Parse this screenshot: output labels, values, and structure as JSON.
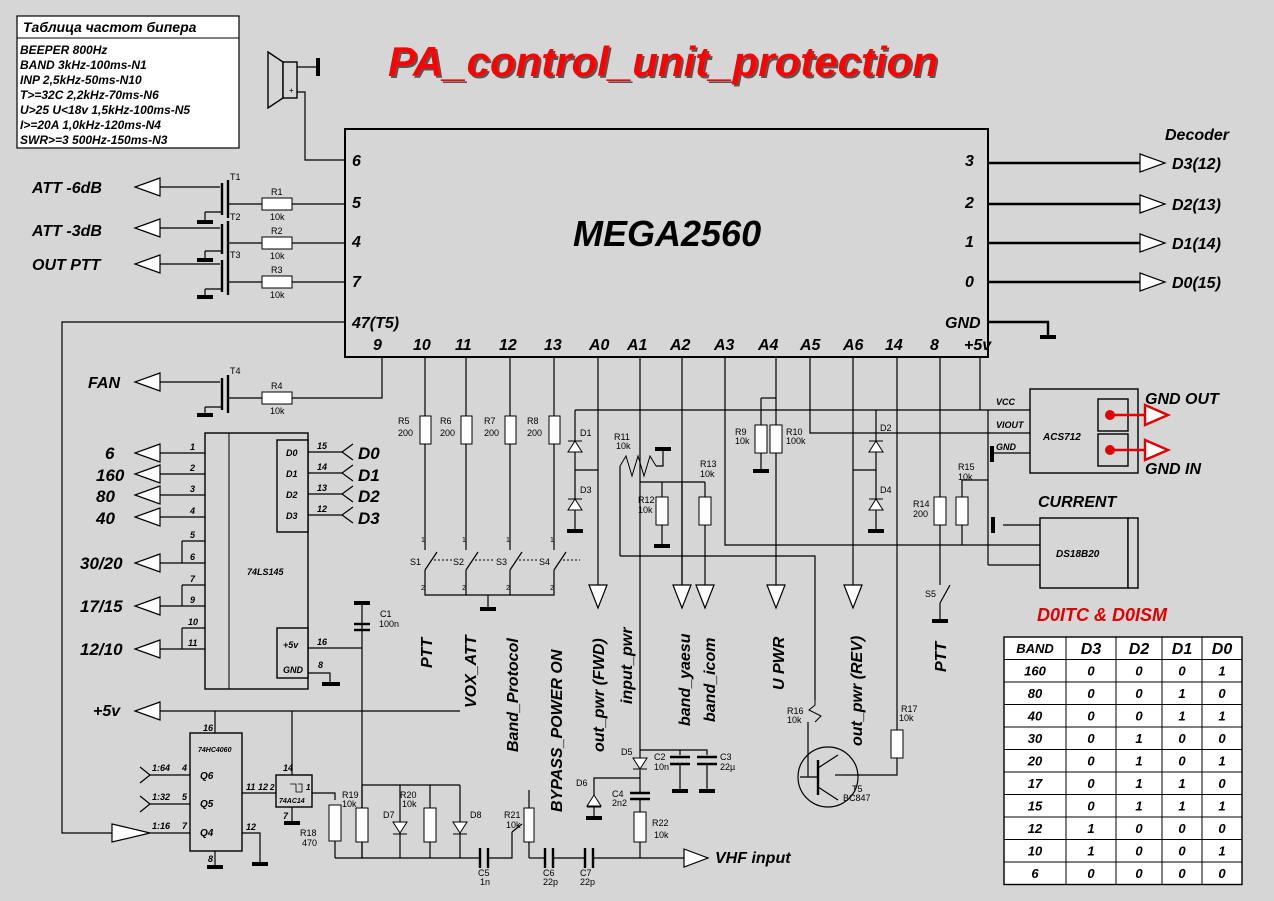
{
  "title": "PA_control_unit_protection",
  "beeper_table": {
    "heading": "Таблица частот бипера",
    "rows": [
      "BEEPER 800Hz",
      "BAND 3kHz-100ms-N1",
      "INP 2,5kHz-50ms-N10",
      "T>=32C 2,2kHz-70ms-N6",
      "U>25 U<18v 1,5kHz-100ms-N5",
      "I>=20A 1,0kHz-120ms-N4",
      "SWR>=3 500Hz-150ms-N3"
    ]
  },
  "mcu": {
    "name": "MEGA2560",
    "left_pins": [
      "6",
      "5",
      "4",
      "7",
      "47(T5)"
    ],
    "bottom_pins": [
      "9",
      "10",
      "11",
      "12",
      "13",
      "A0",
      "A1",
      "A2",
      "A3",
      "A4",
      "A5",
      "A6",
      "14",
      "8",
      "+5v"
    ],
    "right_pins": [
      "3",
      "2",
      "1",
      "0",
      "GND"
    ]
  },
  "decoder": {
    "label": "Decoder",
    "outputs": [
      "D3(12)",
      "D2(13)",
      "D1(14)",
      "D0(15)"
    ]
  },
  "left_outputs": {
    "att6": "ATT -6dB",
    "att3": "ATT -3dB",
    "outptt": "OUT PTT",
    "fan": "FAN"
  },
  "transistors": [
    "T1",
    "T2",
    "T3",
    "T4"
  ],
  "base_resistors": [
    {
      "name": "R1",
      "value": "10k"
    },
    {
      "name": "R2",
      "value": "10k"
    },
    {
      "name": "R3",
      "value": "10k"
    },
    {
      "name": "R4",
      "value": "10k"
    }
  ],
  "ls145": {
    "name": "74LS145",
    "outputs": [
      "6",
      "160",
      "80",
      "40",
      "30/20",
      "17/15",
      "12/10"
    ],
    "pin_numbers": [
      "1",
      "2",
      "3",
      "4",
      "5",
      "6",
      "7",
      "9",
      "10",
      "11"
    ],
    "input_pins": [
      "D0",
      "D1",
      "D2",
      "D3"
    ],
    "input_pin_numbers": [
      "15",
      "14",
      "13",
      "12"
    ],
    "input_labels": [
      "D0",
      "D1",
      "D2",
      "D3"
    ],
    "power_pin": "+5v",
    "power_pin_number": "16",
    "gnd_pin": "GND",
    "gnd_pin_number": "8"
  },
  "c1": {
    "name": "C1",
    "value": "100n"
  },
  "supply_label": "+5v",
  "counter": {
    "name": "74HC4060",
    "pins": [
      "Q6",
      "Q5",
      "Q4"
    ],
    "pin_vcc": "16",
    "pin_in": "11",
    "pin_in2": "12",
    "pin_gnd": "8",
    "pin_rst": "12",
    "ratios": [
      "1:64",
      "1:32",
      "1:16"
    ],
    "ratio_pins": [
      "4",
      "5",
      "7"
    ]
  },
  "schmitt": {
    "name": "74AC14",
    "pin_top": "14",
    "pin_bot": "7",
    "pin_left": "1",
    "pin_left2": "2"
  },
  "button_resistors": [
    {
      "name": "R5",
      "value": "200"
    },
    {
      "name": "R6",
      "value": "200"
    },
    {
      "name": "R7",
      "value": "200"
    },
    {
      "name": "R8",
      "value": "200"
    }
  ],
  "switches": [
    "S1",
    "S2",
    "S3",
    "S4",
    "S5"
  ],
  "switch_pins": [
    "1",
    "2"
  ],
  "diodes": [
    "D1",
    "D2",
    "D3",
    "D4",
    "D5",
    "D6",
    "D7",
    "D8"
  ],
  "analog_resistors": [
    {
      "name": "R9",
      "value": "10k"
    },
    {
      "name": "R10",
      "value": "100k"
    },
    {
      "name": "R11",
      "value": "10k"
    },
    {
      "name": "R12",
      "value": "10k"
    },
    {
      "name": "R13",
      "value": "10k"
    },
    {
      "name": "R14",
      "value": "200"
    },
    {
      "name": "R15",
      "value": "10k"
    },
    {
      "name": "R16",
      "value": "10k"
    },
    {
      "name": "R17",
      "value": "10k"
    }
  ],
  "rotated_labels": [
    "PTT",
    "VOX_ATT",
    "Band_Protocol",
    "BYPASS_POWER ON",
    "out_pwr (FWD)",
    "input_pwr",
    "band_yaesu",
    "band_icom",
    "U PWR",
    "out_pwr (REV)",
    "PTT"
  ],
  "acs712": {
    "name": "ACS712",
    "pins": [
      "VCC",
      "VIOUT",
      "GND"
    ],
    "outputs": [
      "GND OUT",
      "GND IN"
    ],
    "current_label": "CURRENT"
  },
  "ds18b20": {
    "name": "DS18B20"
  },
  "credits": "D0ITC & D0ISM",
  "band_table": {
    "headers": [
      "BAND",
      "D3",
      "D2",
      "D1",
      "D0"
    ],
    "rows": [
      [
        "160",
        "0",
        "0",
        "0",
        "1"
      ],
      [
        "80",
        "0",
        "0",
        "1",
        "0"
      ],
      [
        "40",
        "0",
        "0",
        "1",
        "1"
      ],
      [
        "30",
        "0",
        "1",
        "0",
        "0"
      ],
      [
        "20",
        "0",
        "1",
        "0",
        "1"
      ],
      [
        "17",
        "0",
        "1",
        "1",
        "0"
      ],
      [
        "15",
        "0",
        "1",
        "1",
        "1"
      ],
      [
        "12",
        "1",
        "0",
        "0",
        "0"
      ],
      [
        "10",
        "1",
        "0",
        "0",
        "1"
      ],
      [
        "6",
        "0",
        "0",
        "0",
        "0"
      ]
    ]
  },
  "vhf": {
    "label": "VHF input",
    "components": [
      {
        "name": "R18",
        "value": "470"
      },
      {
        "name": "R19",
        "value": "10k"
      },
      {
        "name": "R20",
        "value": "10k"
      },
      {
        "name": "R21",
        "value": "10k"
      },
      {
        "name": "R22",
        "value": "10k"
      },
      {
        "name": "C2",
        "value": "10n"
      },
      {
        "name": "C3",
        "value": "22µ"
      },
      {
        "name": "C4",
        "value": "2n2"
      },
      {
        "name": "C5",
        "value": "1n"
      },
      {
        "name": "C6",
        "value": "22p"
      },
      {
        "name": "C7",
        "value": "22p"
      }
    ]
  },
  "t5": {
    "name": "T5",
    "type": "BC847"
  },
  "colors": {
    "background": "#d6d6d6",
    "title": "#ff0000",
    "credits": "#e00000",
    "wire": "#000000"
  }
}
